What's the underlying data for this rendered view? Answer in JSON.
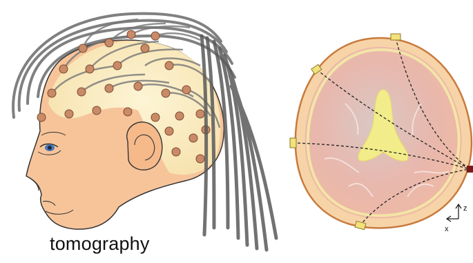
{
  "caption": "tomography",
  "axes": {
    "z": "z",
    "x": "x"
  },
  "colors": {
    "skin": "#f7c49a",
    "hair": "#fbf2c8",
    "electrode": "#c98a67",
    "cable": "#5a5a5a",
    "skull_rim": "#e39a62",
    "brain": "#eab4a8",
    "ventricle": "#f2ec8a",
    "source": "#f3e27a",
    "detector": "#7a1a1a"
  }
}
